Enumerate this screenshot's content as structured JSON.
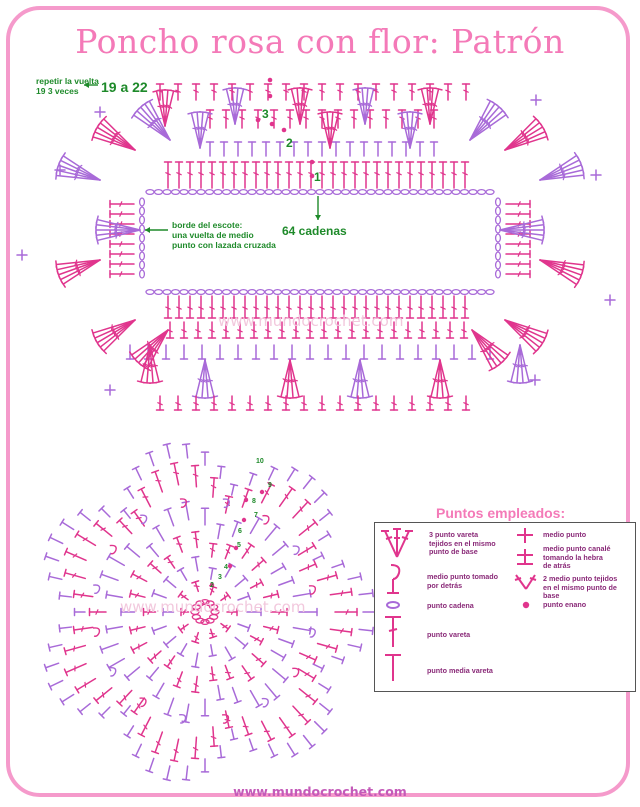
{
  "title": "Poncho rosa con flor: Patrón",
  "colors": {
    "pink": "#e0358d",
    "lavender": "#a86ad8",
    "green": "#1e8a2a",
    "frame": "#f59acb"
  },
  "notes": {
    "repeat_line1": "repetir la vuelta",
    "repeat_line2": "19 3 veces",
    "repeat_range": "19 a 22",
    "border_line1": "borde del escote:",
    "border_line2": "una vuelta de medio",
    "border_line3": "punto con lazada cruzada",
    "chain_count": "64 cadenas"
  },
  "rounds": {
    "poncho": [
      "1",
      "2",
      "3"
    ],
    "flower": [
      "10",
      "9",
      "8",
      "7",
      "6",
      "5",
      "4",
      "3",
      "2"
    ]
  },
  "watermark": "www.mundocrochet.com",
  "footer": "www.mundocrochet.com",
  "legend": {
    "title": "Puntos empleados:",
    "items": {
      "triple_treble": [
        "3 punto vareta",
        "tejidos en el mismo",
        "punto de base"
      ],
      "single": [
        "medio punto"
      ],
      "single_back": [
        "medio punto canalé",
        "tomando la hebra",
        "de atrás"
      ],
      "back_post": [
        "medio punto tomado",
        "por detrás"
      ],
      "two_sc": [
        "2 medio punto tejidos",
        "en el mismo punto de base"
      ],
      "slip": [
        "punto enano"
      ],
      "chain": [
        "punto cadena"
      ],
      "dc": [
        "punto vareta"
      ],
      "hdc": [
        "punto media vareta"
      ]
    }
  }
}
